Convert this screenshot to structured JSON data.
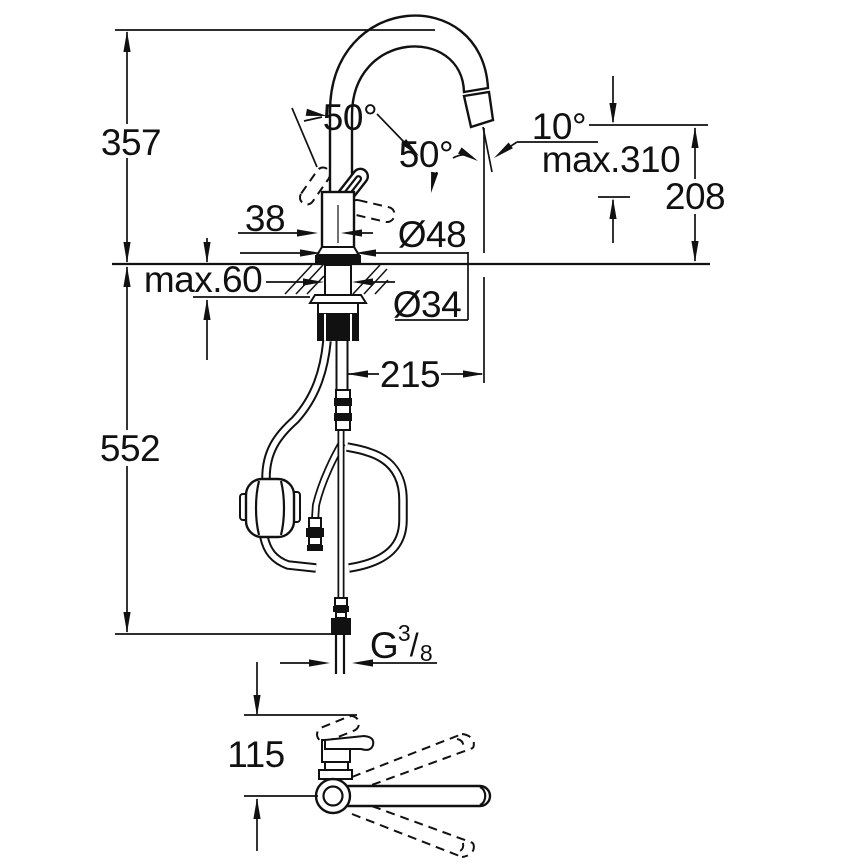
{
  "drawing": {
    "type": "technical-dimension-diagram",
    "subject": "kitchen-faucet-with-pull-out-spray",
    "colors": {
      "line": "#111111",
      "background": "#ffffff"
    },
    "labels": {
      "dim_total_height": "357",
      "dim_below_deck": "552",
      "dim_deck_thickness": "max.60",
      "dim_body_offset": "38",
      "dim_body_diameter": "Ø48",
      "dim_shank_diameter": "Ø34",
      "dim_spout_reach": "215",
      "dim_swivel_left": "50°",
      "dim_swivel_right": "50°",
      "dim_spray_angle": "10°",
      "dim_max_height": "max.310",
      "dim_outlet_height": "208",
      "dim_lever_length": "115",
      "thread_g": "G",
      "thread_sup": "3",
      "thread_slash": "/",
      "thread_sub": "8"
    }
  }
}
